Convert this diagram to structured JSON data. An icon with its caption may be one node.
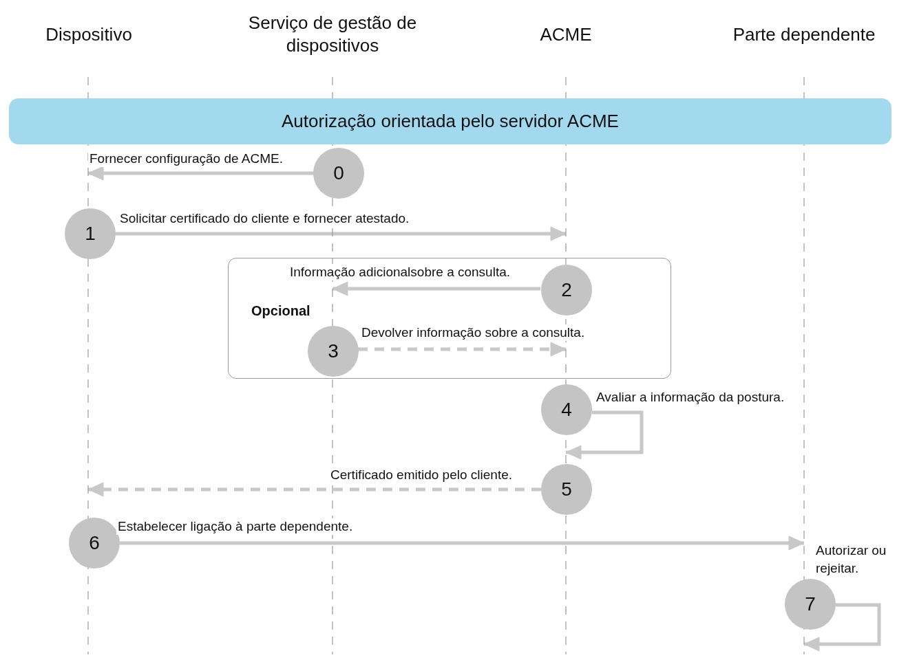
{
  "diagram": {
    "nodes": [
      {
        "text": [
          "Autorização orientada pelo servidor ACME"
        ]
      },
      {
        "text": [
          "0"
        ]
      },
      {
        "text": [
          "1"
        ]
      },
      {
        "text": [
          "Opcional"
        ]
      },
      {
        "text": [
          "2"
        ],
        "in": 3
      },
      {
        "text": [
          "3"
        ],
        "in": 3
      },
      {
        "text": [
          "4"
        ]
      },
      {
        "text": [
          "5"
        ]
      },
      {
        "text": [
          "6"
        ]
      },
      {
        "text": [
          "7"
        ],
        "beside": [
          "Autorizar ou rejeitar."
        ]
      },
      {
        "text": [],
        "shape": "line"
      },
      {
        "text": [],
        "shape": "line"
      },
      {
        "text": [],
        "shape": "line"
      },
      {
        "text": [],
        "shape": "line"
      }
    ],
    "edges": [
      {
        "from": 1,
        "to": 10,
        "arrow": "to",
        "label": "Fornecer configuração de ACME."
      },
      {
        "from": 2,
        "to": 12,
        "arrow": "to",
        "label": "Solicitar certificado do cliente e fornecer atestado."
      },
      {
        "from": 4,
        "to": 11,
        "arrow": "to",
        "label": "Informação adicionalsobre a consulta."
      },
      {
        "from": 5,
        "to": 12,
        "arrow": "to",
        "label": "Devolver informação sobre a consulta.",
        "style": "dashed"
      },
      {
        "from": 6,
        "to": 12,
        "arrow": "to",
        "label": "Avaliar a informação da postura."
      },
      {
        "from": 7,
        "to": 10,
        "arrow": "to",
        "label": "Certificado emitido pelo cliente.",
        "style": "dashed"
      },
      {
        "from": 8,
        "to": 13,
        "arrow": "to",
        "label": "Estabelecer ligação à parte dependente."
      },
      {
        "from": 9,
        "to": 13,
        "arrow": "to"
      }
    ],
    "labels": [
      "Dispositivo",
      "Serviço de gestão de dispositivos",
      "ACME",
      "Parte dependente"
    ]
  }
}
